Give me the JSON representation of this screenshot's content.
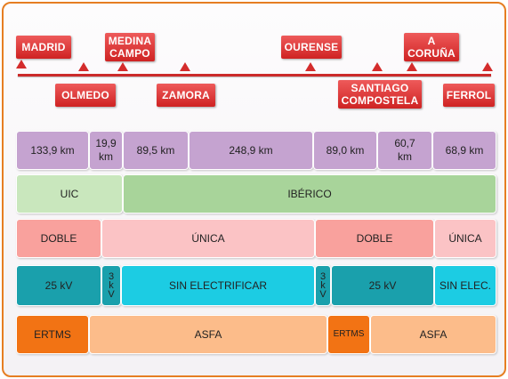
{
  "colors": {
    "border": "#e67e22",
    "station": "#d42c2c",
    "distance": "#c5a3d0",
    "uic": "#c9e7bd",
    "iberico": "#a8d49a",
    "doble": "#f9a19d",
    "unica": "#fbc3c5",
    "electrified": "#1aa0ac",
    "non_electrified": "#1ccce3",
    "ertms": "#f27314",
    "asfa": "#fcbc8a"
  },
  "stations": [
    {
      "name": "MADRID",
      "lines": [
        "MADRID"
      ],
      "side": "top"
    },
    {
      "name": "OLMEDO",
      "lines": [
        "OLMEDO"
      ],
      "side": "bottom"
    },
    {
      "name": "MEDINA CAMPO",
      "lines": [
        "MEDINA",
        "CAMPO"
      ],
      "side": "top"
    },
    {
      "name": "ZAMORA",
      "lines": [
        "ZAMORA"
      ],
      "side": "bottom"
    },
    {
      "name": "OURENSE",
      "lines": [
        "OURENSE"
      ],
      "side": "top"
    },
    {
      "name": "SANTIAGO COMPOSTELA",
      "lines": [
        "SANTIAGO",
        "COMPOSTELA"
      ],
      "side": "bottom"
    },
    {
      "name": "A CORUÑA",
      "lines": [
        "A",
        "CORUÑA"
      ],
      "side": "top"
    },
    {
      "name": "FERROL",
      "lines": [
        "FERROL"
      ],
      "side": "bottom"
    }
  ],
  "distances": [
    {
      "lines": [
        "133,9 km"
      ]
    },
    {
      "lines": [
        "19,9",
        "km"
      ]
    },
    {
      "lines": [
        "89,5 km"
      ]
    },
    {
      "lines": [
        "248,9 km"
      ]
    },
    {
      "lines": [
        "89,0 km"
      ]
    },
    {
      "lines": [
        "60,7",
        "km"
      ]
    },
    {
      "lines": [
        "68,9 km"
      ]
    }
  ],
  "gauge": [
    {
      "label": "UIC"
    },
    {
      "label": "IBÉRICO"
    }
  ],
  "track": [
    {
      "label": "DOBLE"
    },
    {
      "label": "ÚNICA"
    },
    {
      "label": "DOBLE"
    },
    {
      "label": "ÚNICA"
    }
  ],
  "electrification": [
    {
      "lines": [
        "25 kV"
      ]
    },
    {
      "lines": [
        "3",
        "k",
        "V"
      ]
    },
    {
      "lines": [
        "SIN ELECTRIFICAR"
      ]
    },
    {
      "lines": [
        "3",
        "k",
        "V"
      ]
    },
    {
      "lines": [
        "25 kV"
      ]
    },
    {
      "lines": [
        "SIN ELEC."
      ]
    }
  ],
  "signalling": [
    {
      "label": "ERTMS"
    },
    {
      "label": "ASFA"
    },
    {
      "label": "ERTMS"
    },
    {
      "label": "ASFA"
    }
  ]
}
